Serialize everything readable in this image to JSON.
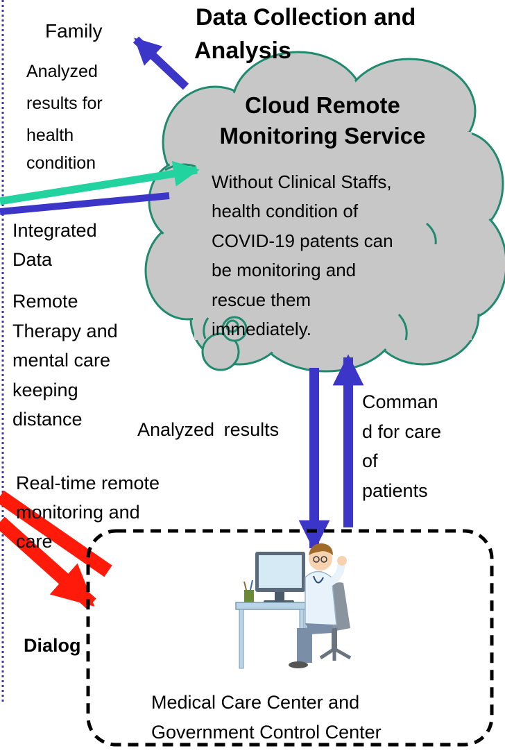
{
  "header": {
    "title_line1": "Data Collection and",
    "title_line2": "Analysis"
  },
  "cloud": {
    "title_line1": "Cloud Remote",
    "title_line2": "Monitoring Service",
    "body_lines": [
      "Without Clinical Staffs,",
      "health condition of",
      "COVID-19 patents can",
      "be monitoring and",
      "rescue them",
      "immediately."
    ]
  },
  "labels": {
    "family": "Family",
    "analyzed_health": [
      "Analyzed",
      "results for",
      "health",
      "condition"
    ],
    "integrated": [
      "Integrated",
      "Data"
    ],
    "remote_therapy": [
      "Remote",
      "Therapy and",
      "mental care",
      "keeping",
      "distance"
    ],
    "analyzed_results": "Analyzed results",
    "command": [
      "Comman",
      "d for care",
      "of",
      "patients"
    ],
    "realtime": [
      "Real-time remote",
      "monitoring and",
      "care"
    ],
    "dialog": "Dialog",
    "center": [
      "Medical Care Center and",
      "Government Control Center"
    ]
  },
  "colors": {
    "blue_arrow": "#3b35c8",
    "teal_arrow": "#22d3a0",
    "red_arrow": "#ff1a0a",
    "cloud_fill": "#c7c7c7",
    "cloud_stroke": "#1f8a6e",
    "frame_blue": "#3a3aa8"
  },
  "icons": [
    "doctor-at-desk-illustration"
  ]
}
